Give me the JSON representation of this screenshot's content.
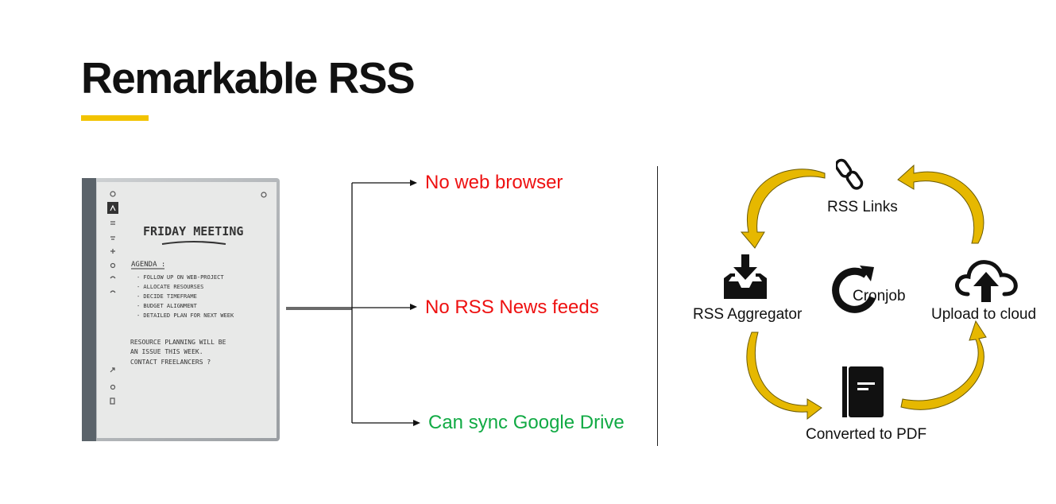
{
  "slide": {
    "title": "Remarkable RSS"
  },
  "tablet": {
    "note_heading": "FRIDAY MEETING",
    "agenda_label": "AGENDA :",
    "agenda_items": [
      "- FOLLOW UP ON WEB-PROJECT",
      "- ALLOCATE RESOURSES",
      "- DECIDE TIMEFRAME",
      "- BUDGET ALIGNMENT",
      "- DETAILED PLAN FOR NEXT WEEK"
    ],
    "notes": [
      "RESOURCE PLANNING WILL BE",
      "AN ISSUE THIS WEEK.",
      "CONTACT FREELANCERS ?"
    ]
  },
  "points": [
    {
      "text": "No web browser",
      "color": "#ee1111"
    },
    {
      "text": "No RSS News feeds",
      "color": "#ee1111"
    },
    {
      "text": "Can sync Google Drive",
      "color": "#11aa44"
    }
  ],
  "cycle": {
    "arrow_color": "#e6b800",
    "rss_links": {
      "label": "RSS Links",
      "icon": "link-icon"
    },
    "aggregator": {
      "label": "RSS Aggregator",
      "icon": "inbox-download-icon"
    },
    "cronjob": {
      "label": "Cronjob",
      "icon": "refresh-icon"
    },
    "upload": {
      "label": "Upload to cloud",
      "icon": "cloud-upload-icon"
    },
    "pdf": {
      "label": "Converted to PDF",
      "icon": "document-icon"
    }
  }
}
